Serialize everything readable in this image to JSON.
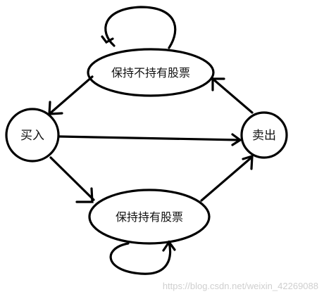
{
  "diagram": {
    "nodes": {
      "buy": "买入",
      "sell": "卖出",
      "not_holding": "保持不持有股票",
      "holding": "保持持有股票"
    }
  },
  "watermark": "https://blog.csdn.net/weixin_42269088",
  "colors": {
    "stroke": "#000000",
    "background": "#ffffff",
    "watermark": "#cfcfcf"
  }
}
